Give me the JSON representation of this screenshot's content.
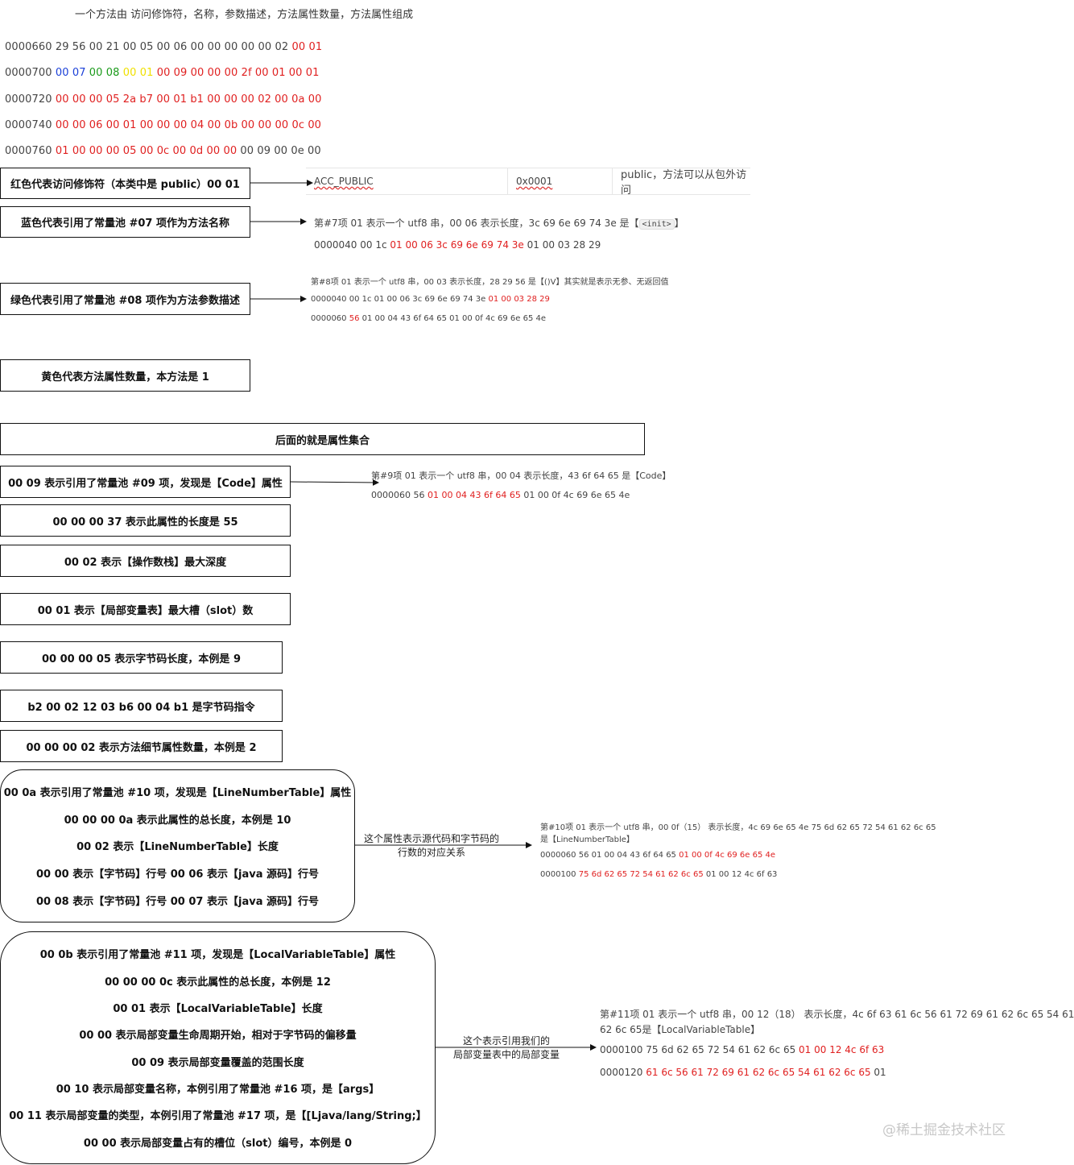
{
  "title": "一个方法由 访问修饰符，名称，参数描述，方法属性数量，方法属性组成",
  "hex_lines": [
    [
      {
        "t": "0000660 29 56 00 21 00 05 00 06 00 00 00 00 00 02 "
      },
      {
        "t": "00 01",
        "c": "red"
      }
    ],
    [
      {
        "t": "0000700 "
      },
      {
        "t": "00 07",
        "c": "blue"
      },
      {
        "t": " "
      },
      {
        "t": "00 08",
        "c": "green"
      },
      {
        "t": " "
      },
      {
        "t": "00 01",
        "c": "yellow"
      },
      {
        "t": " "
      },
      {
        "t": "00 09 00 00 00 2f 00 01 00 01",
        "c": "red"
      }
    ],
    [
      {
        "t": "0000720 "
      },
      {
        "t": "00 00 00 05 2a b7 00 01 b1 00 00 00 02 00 0a 00",
        "c": "red"
      }
    ],
    [
      {
        "t": "0000740 "
      },
      {
        "t": "00 00 06 00 01 00 00 00 04 00 0b 00 00 00 0c 00",
        "c": "red"
      }
    ],
    [
      {
        "t": "0000760 "
      },
      {
        "t": "01 00 00 00 05 00 0c 00 0d 00 00",
        "c": "red"
      },
      {
        "t": " 00 09 00 0e 00"
      }
    ]
  ],
  "boxes": {
    "red": "红色代表访问修饰符（本类中是 public）00 01",
    "blue": "蓝色代表引用了常量池 #07 项作为方法名称",
    "green": "绿色代表引用了常量池 #08 项作为方法参数描述",
    "yellow": "黄色代表方法属性数量，本方法是 1",
    "attrs": "后面的就是属性集合",
    "code_attr": "00 09 表示引用了常量池 #09 项，发现是【Code】属性",
    "attr_len": "00 00 00 37 表示此属性的长度是 55",
    "max_stack": "00 02 表示【操作数栈】最大深度",
    "max_locals": "00 01 表示【局部变量表】最大槽（slot）数",
    "code_len": "00 00 00 05 表示字节码长度，本例是 9",
    "bytecode": "b2 00 02 12 03 b6 00 04 b1 是字节码指令",
    "detail_count": "00 00 00 02 表示方法细节属性数量，本例是 2"
  },
  "lnt_box": [
    "00 0a 表示引用了常量池 #10 项，发现是【LineNumberTable】属性",
    "00 00 00 0a 表示此属性的总长度，本例是 10",
    "00 02 表示【LineNumberTable】长度",
    "00 00 表示【字节码】行号 00 06 表示【java 源码】行号",
    "00 08 表示【字节码】行号 00 07 表示【java 源码】行号"
  ],
  "lvt_box": [
    "00 0b 表示引用了常量池 #11 项，发现是【LocalVariableTable】属性",
    "00 00 00 0c 表示此属性的总长度，本例是 12",
    "00 01 表示【LocalVariableTable】长度",
    "00 00 表示局部变量生命周期开始，相对于字节码的偏移量",
    "00 09 表示局部变量覆盖的范围长度",
    "00 10 表示局部变量名称，本例引用了常量池 #16 项，是【args】",
    "00 11 表示局部变量的类型，本例引用了常量池 #17 项，是【[Ljava/lang/String;】",
    "00 00 表示局部变量占有的槽位（slot）编号，本例是 0"
  ],
  "access_table": {
    "name": "ACC_PUBLIC",
    "value": "0x0001",
    "desc": "public，方法可以从包外访问"
  },
  "note7": {
    "line1_pre": "第#7项 01 表示一个 utf8 串，00 06 表示长度，3c 69 6e 69 74 3e 是【",
    "line1_code": "<init>",
    "line1_post": "】",
    "hex_pre": "0000040 00 1c ",
    "hex_red": "01 00 06 3c 69 6e 69 74 3e",
    "hex_post": " 01 00 03 28 29"
  },
  "note8": {
    "line1": "第#8项 01 表示一个 utf8 串，00 03 表示长度，28 29 56 是【()V】其实就是表示无参、无返回值",
    "hex1_pre": "0000040 00 1c 01 00 06 3c 69 6e 69 74 3e ",
    "hex1_red": "01 00 03 28 29",
    "hex2_pre": "0000060 ",
    "hex2_red": "56",
    "hex2_post": "  01 00 04 43 6f 64 65 01 00 0f 4c 69 6e 65 4e"
  },
  "note9": {
    "line1": "第#9项 01 表示一个 utf8 串，00 04 表示长度，43 6f 64 65 是【Code】",
    "hex_pre": "0000060 56  ",
    "hex_red": "01 00 04 43 6f 64 65",
    "hex_post": " 01 00 0f 4c 69 6e 65 4e"
  },
  "lnt_edge_label": [
    "这个属性表示源代码和字节码的",
    "行数的对应关系"
  ],
  "note10": {
    "line1": "第#10项 01 表示一个 utf8 串，00 0f（15） 表示长度，4c 69 6e 65 4e 75 6d 62 65 72 54 61 62 6c 65",
    "line2": "是【LineNumberTable】",
    "hex1_pre": "0000060 56 01 00 04 43 6f 64 65  ",
    "hex1_red": "01 00 0f 4c 69 6e 65 4e",
    "hex2_pre": "0000100  ",
    "hex2_red": "75 6d 62 65 72 54 61 62 6c 65",
    "hex2_post": " 01 00 12 4c 6f 63"
  },
  "lvt_edge_label": [
    "这个表示引用我们的",
    "局部变量表中的局部变量"
  ],
  "note11": {
    "line1": "第#11项 01 表示一个 utf8 串，00 12（18） 表示长度，4c 6f 63 61 6c 56 61 72 69 61 62 6c 65 54 61",
    "line2": "62 6c 65是【LocalVariableTable】",
    "hex1_pre": "0000100 75 6d 62 65 72 54 61 62 6c 65 ",
    "hex1_red": "01 00 12 4c 6f 63",
    "hex2_pre": "0000120 ",
    "hex2_red": "61 6c 56 61 72 69 61 62 6c 65 54 61 62 6c 65",
    "hex2_post": " 01"
  },
  "watermark": "@稀土掘金技术社区"
}
